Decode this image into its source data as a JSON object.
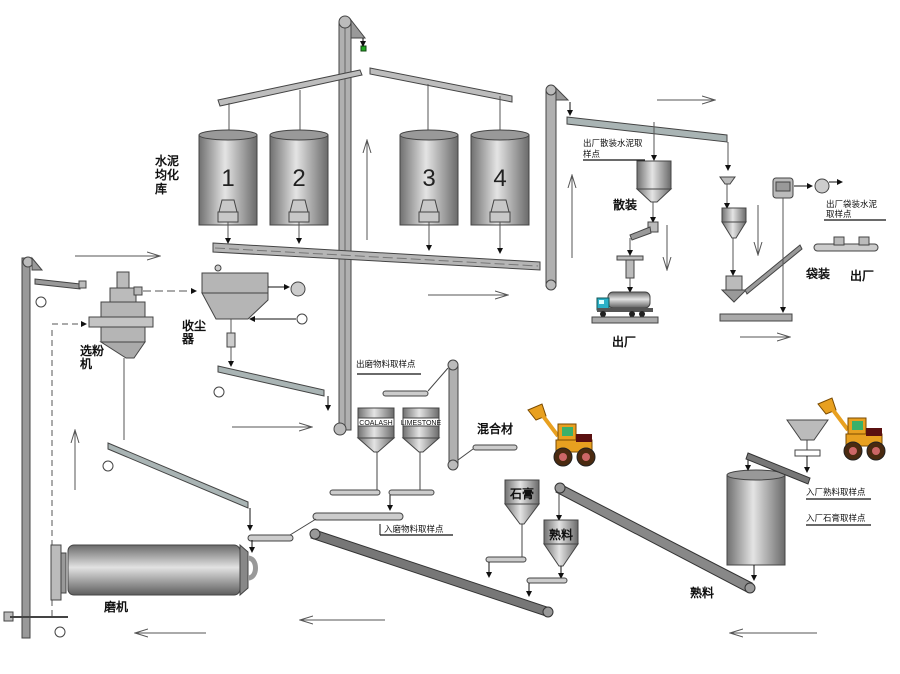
{
  "title": "水泥粉磨及包装工艺流程",
  "labels": {
    "silo_group": [
      "水泥",
      "均化",
      "库"
    ],
    "silo_numbers": [
      "1",
      "2",
      "3",
      "4"
    ],
    "separator": [
      "选粉",
      "机"
    ],
    "dust_collector": [
      "收尘",
      "器"
    ],
    "mill": "磨机",
    "bulk": "散装",
    "bagging": "袋装",
    "exit_top": "出厂",
    "exit_bulk": "出厂",
    "mixed_material": "混合材",
    "gypsum": "石膏",
    "clinker_hopper": "熟料",
    "clinker_store": "熟料",
    "coal_ash": "COALASH",
    "limestone": "LIMESTONE"
  },
  "sampling_points": {
    "bulk_cement": [
      "出厂散装水泥取",
      "样点"
    ],
    "bag_cement": [
      "出厂袋装水泥",
      "取样点"
    ],
    "mill_output": "出磨物料取样点",
    "mill_input": "入磨物料取样点",
    "clinker_in": "入厂熟料取样点",
    "gypsum_in": "入厂石膏取样点"
  },
  "colors": {
    "equipment": "#a8a8a8",
    "equipment_dark": "#6e6e6e",
    "truck_cab": "#2ab0c8",
    "loader": "#e8a020",
    "valve": "#22aa22"
  }
}
